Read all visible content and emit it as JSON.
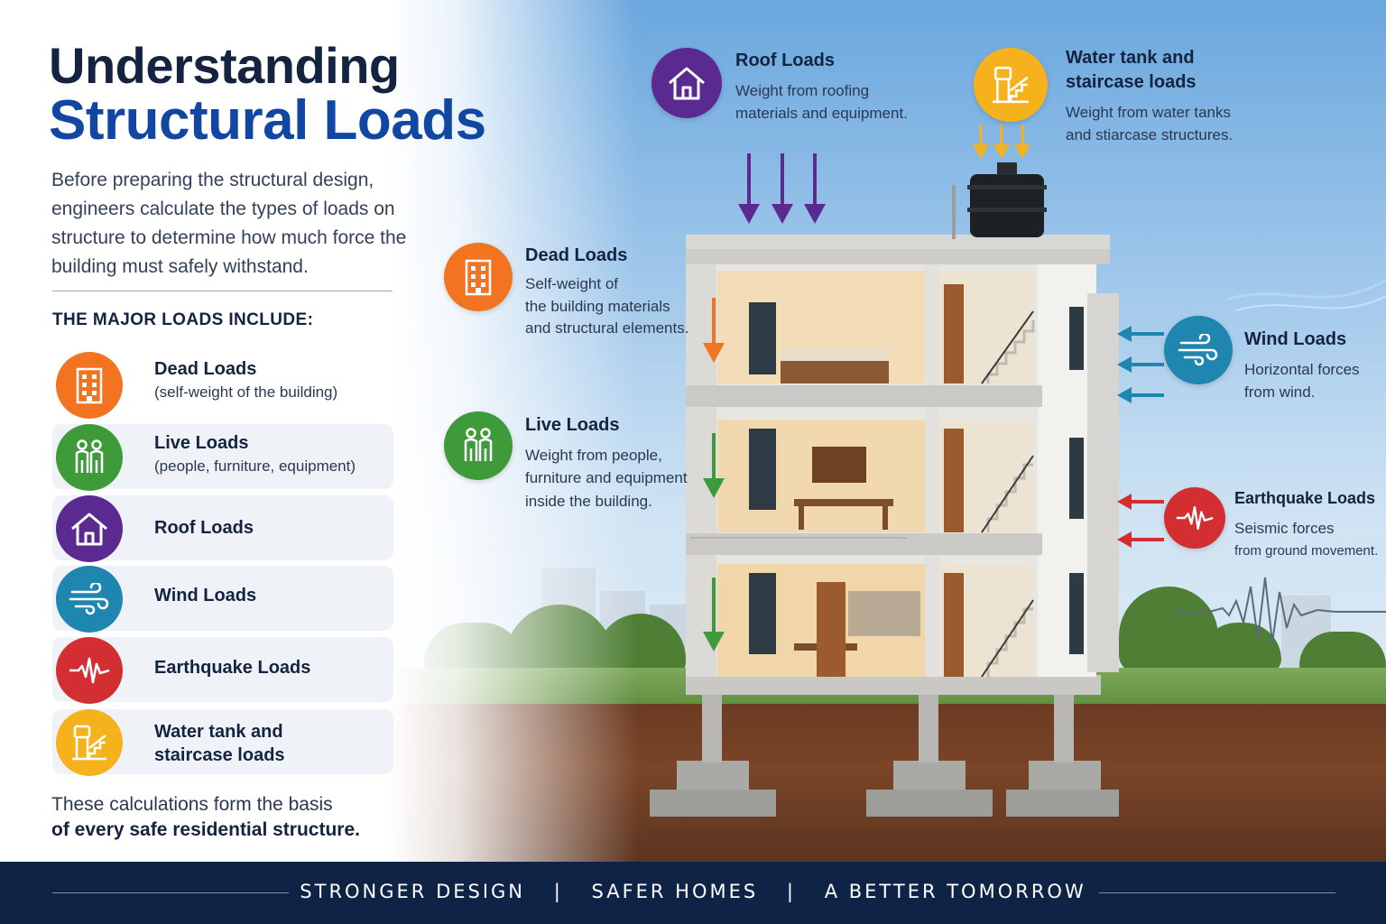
{
  "colors": {
    "navy": "#14233f",
    "blue": "#1246a3",
    "dead": "#f27420",
    "live": "#3f9b3a",
    "roof": "#5b2a91",
    "wind": "#1f86b0",
    "quake": "#d32f33",
    "water": "#f5b21c",
    "footer_bg": "#0e2346"
  },
  "header": {
    "title_line1": "Understanding",
    "title_line2": "Structural Loads"
  },
  "intro": "Before preparing the structural design, engineers calculate the types of loads on structure to determine how much force the building must safely withstand.",
  "major_heading": "THE MAJOR LOADS INCLUDE:",
  "loads": [
    {
      "name": "Dead Loads",
      "desc": "(self-weight of the building)",
      "icon": "building-icon"
    },
    {
      "name": "Live Loads",
      "desc": "(people, furniture, equipment)",
      "icon": "people-icon"
    },
    {
      "name": "Roof Loads",
      "desc": "",
      "icon": "house-icon"
    },
    {
      "name": "Wind Loads",
      "desc": "",
      "icon": "wind-icon"
    },
    {
      "name": "Earthquake Loads",
      "desc": "",
      "icon": "seismic-wave-icon"
    },
    {
      "name": "Water tank and\nstaircase loads",
      "desc": "",
      "icon": "water-tank-icon"
    }
  ],
  "closing": {
    "line1": "These calculations form the basis",
    "line2": "of every safe residential structure."
  },
  "callouts": {
    "roof": {
      "title": "Roof Loads",
      "line1": "Weight from roofing",
      "line2": "materials and equipment."
    },
    "water": {
      "title_line1": "Water tank and",
      "title_line2": "staircase loads",
      "line1": "Weight from water tanks",
      "line2": "and stiarcase structures."
    },
    "dead": {
      "title": "Dead Loads",
      "line1": "Self-weight of",
      "line2": "the building materials",
      "line3": "and structural elements."
    },
    "live": {
      "title": "Live Loads",
      "line1": "Weight from people,",
      "line2": "furniture and equipment",
      "line3": "inside the building."
    },
    "wind": {
      "title": "Wind Loads",
      "line1": "Horizontal forces",
      "line2": "from wind."
    },
    "quake": {
      "title": "Earthquake Loads",
      "line1": "Seismic forces",
      "line2": "from ground movement."
    }
  },
  "footer": {
    "part1": "STRONGER DESIGN",
    "part2": "SAFER HOMES",
    "part3": "A BETTER TOMORROW",
    "separator": "|"
  }
}
